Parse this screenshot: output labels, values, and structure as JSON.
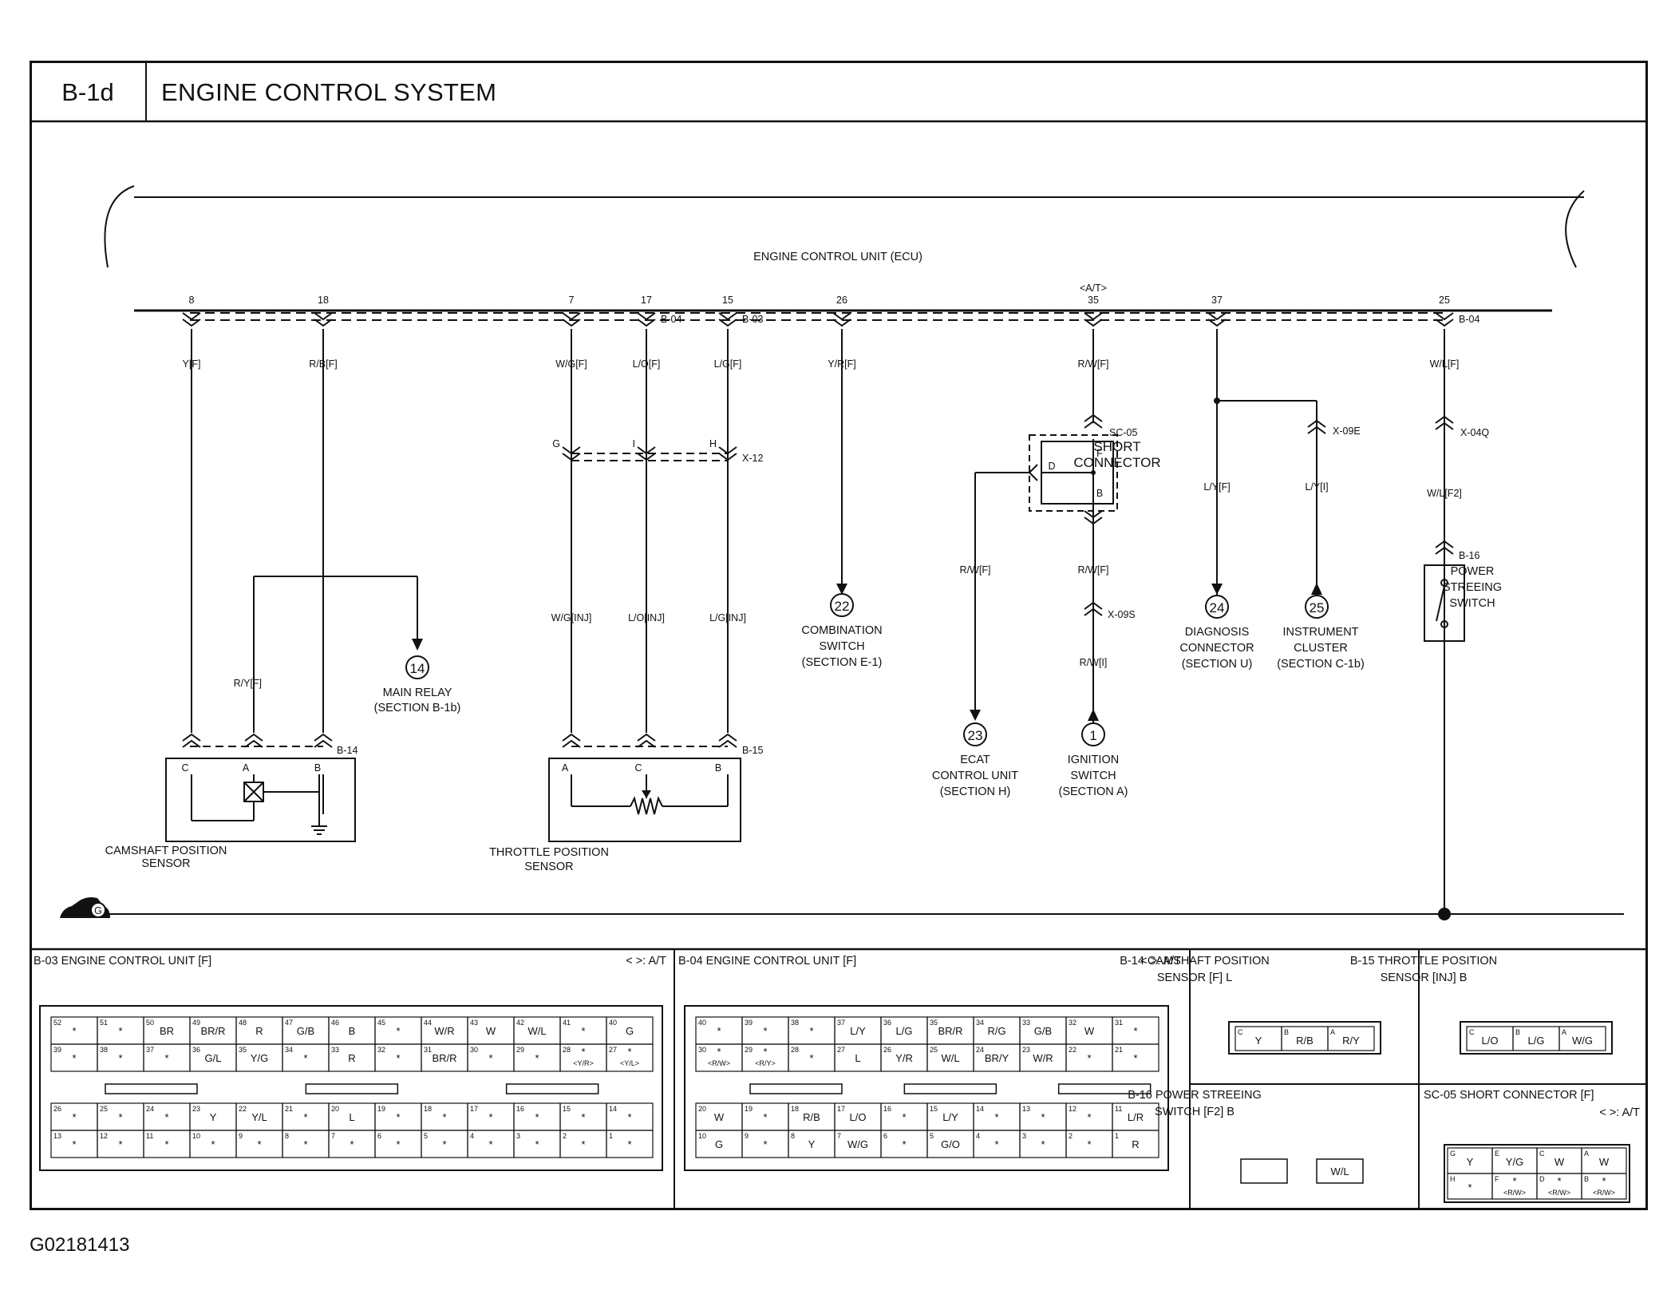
{
  "header": {
    "code": "B-1d",
    "title": "ENGINE CONTROL SYSTEM"
  },
  "footer": {
    "code": "G02181413"
  },
  "ecu": {
    "title": "ENGINE CONTROL UNIT (ECU)",
    "at_note": "<A/T>",
    "pins": [
      {
        "id": "p8",
        "num": "8",
        "wire": "Y[F]"
      },
      {
        "id": "p18",
        "num": "18",
        "wire": "R/B[F]"
      },
      {
        "id": "p7",
        "num": "7",
        "wire": "W/G[F]"
      },
      {
        "id": "p17",
        "num": "17",
        "wire": "L/O[F]",
        "conn": "B-04"
      },
      {
        "id": "p15",
        "num": "15",
        "wire": "L/G[F]",
        "conn": "B-03"
      },
      {
        "id": "p26",
        "num": "26",
        "wire": "Y/R[F]"
      },
      {
        "id": "p35",
        "num": "35",
        "wire": "R/W[F]"
      },
      {
        "id": "p37",
        "num": "37",
        "wire": ""
      },
      {
        "id": "p25",
        "num": "25",
        "wire": "W/L[F]",
        "conn": "B-04"
      }
    ]
  },
  "labels": {
    "x12": "X-12",
    "x12_g": "G",
    "x12_i": "I",
    "x12_h": "H",
    "wg_inj": "W/G[INJ]",
    "lo_inj": "L/O[INJ]",
    "lg_inj": "L/G[INJ]",
    "ry_f": "R/Y[F]",
    "sc05": "SC-05",
    "short_conn": [
      "SHORT",
      "CONNECTOR"
    ],
    "sc_f": "F",
    "sc_d": "D",
    "sc_b": "B",
    "rw_f_left": "R/W[F]",
    "rw_f_lower": "R/W[F]",
    "x09s": "X-09S",
    "rw_i": "R/W[I]",
    "ly_f": "L/Y[F]",
    "ly_i": "L/Y[I]",
    "x09e": "X-09E",
    "x04q": "X-04Q",
    "wl_f2": "W/L[F2]",
    "b16": "B-16",
    "power_steering": [
      "POWER",
      "STREEING",
      "SWITCH"
    ],
    "b14": "B-14",
    "b15": "B-15",
    "cam_pins": [
      "C",
      "A",
      "B"
    ],
    "tps_pins": [
      "A",
      "C",
      "B"
    ],
    "cam_sensor": [
      "CAMSHAFT POSITION",
      "SENSOR"
    ],
    "tps_sensor": [
      "THROTTLE POSITION",
      "SENSOR"
    ],
    "ground": "G"
  },
  "refs": [
    {
      "id": "r14",
      "num": "14",
      "lines": [
        "MAIN RELAY",
        "(SECTION B-1b)"
      ]
    },
    {
      "id": "r22",
      "num": "22",
      "lines": [
        "COMBINATION",
        "SWITCH",
        "(SECTION E-1)"
      ]
    },
    {
      "id": "r23",
      "num": "23",
      "lines": [
        "ECAT",
        "CONTROL UNIT",
        "(SECTION H)"
      ]
    },
    {
      "id": "r1",
      "num": "1",
      "lines": [
        "IGNITION",
        "SWITCH",
        "(SECTION A)"
      ]
    },
    {
      "id": "r24",
      "num": "24",
      "lines": [
        "DIAGNOSIS",
        "CONNECTOR",
        "(SECTION U)"
      ]
    },
    {
      "id": "r25",
      "num": "25",
      "lines": [
        "INSTRUMENT",
        "CLUSTER",
        "(SECTION C-1b)"
      ]
    }
  ],
  "panels": {
    "b03": {
      "title": "B-03 ENGINE CONTROL UNIT [F]",
      "note": "< >: A/T",
      "top_rows": [
        [
          [
            "52",
            "*"
          ],
          [
            "51",
            "*"
          ],
          [
            "50",
            "BR"
          ],
          [
            "49",
            "BR/R"
          ],
          [
            "48",
            "R"
          ],
          [
            "47",
            "G/B"
          ],
          [
            "46",
            "B"
          ],
          [
            "45",
            "*"
          ],
          [
            "44",
            "W/R"
          ],
          [
            "43",
            "W"
          ],
          [
            "42",
            "W/L"
          ],
          [
            "41",
            "*"
          ],
          [
            "40",
            "G"
          ]
        ],
        [
          [
            "39",
            "*"
          ],
          [
            "38",
            "*"
          ],
          [
            "37",
            "*"
          ],
          [
            "36",
            "G/L"
          ],
          [
            "35",
            "Y/G"
          ],
          [
            "34",
            "*"
          ],
          [
            "33",
            "R"
          ],
          [
            "32",
            "*"
          ],
          [
            "31",
            "BR/R"
          ],
          [
            "30",
            "*"
          ],
          [
            "29",
            "*"
          ],
          [
            "28",
            "* <Y/R>"
          ],
          [
            "27",
            "* <Y/L>"
          ]
        ]
      ],
      "bottom_rows": [
        [
          [
            "26",
            "*"
          ],
          [
            "25",
            "*"
          ],
          [
            "24",
            "*"
          ],
          [
            "23",
            "Y"
          ],
          [
            "22",
            "Y/L"
          ],
          [
            "21",
            "*"
          ],
          [
            "20",
            "L"
          ],
          [
            "19",
            "*"
          ],
          [
            "18",
            "*"
          ],
          [
            "17",
            "*"
          ],
          [
            "16",
            "*"
          ],
          [
            "15",
            "*"
          ],
          [
            "14",
            "*"
          ]
        ],
        [
          [
            "13",
            "*"
          ],
          [
            "12",
            "*"
          ],
          [
            "11",
            "*"
          ],
          [
            "10",
            "*"
          ],
          [
            "9",
            "*"
          ],
          [
            "8",
            "*"
          ],
          [
            "7",
            "*"
          ],
          [
            "6",
            "*"
          ],
          [
            "5",
            "*"
          ],
          [
            "4",
            "*"
          ],
          [
            "3",
            "*"
          ],
          [
            "2",
            "*"
          ],
          [
            "1",
            "*"
          ]
        ]
      ]
    },
    "b04": {
      "title": "B-04 ENGINE CONTROL UNIT [F]",
      "note": "< >: A/T",
      "top_rows": [
        [
          [
            "40",
            "*"
          ],
          [
            "39",
            "*"
          ],
          [
            "38",
            "*"
          ],
          [
            "37",
            "L/Y"
          ],
          [
            "36",
            "L/G"
          ],
          [
            "35",
            "BR/R"
          ],
          [
            "34",
            "R/G"
          ],
          [
            "33",
            "G/B"
          ],
          [
            "32",
            "W"
          ],
          [
            "31",
            "*"
          ]
        ],
        [
          [
            "30",
            "* <R/W>"
          ],
          [
            "29",
            "* <R/Y>"
          ],
          [
            "28",
            "*"
          ],
          [
            "27",
            "L"
          ],
          [
            "26",
            "Y/R"
          ],
          [
            "25",
            "W/L"
          ],
          [
            "24",
            "BR/Y"
          ],
          [
            "23",
            "W/R"
          ],
          [
            "22",
            "*"
          ],
          [
            "21",
            "*"
          ]
        ]
      ],
      "bottom_rows": [
        [
          [
            "20",
            "W"
          ],
          [
            "19",
            "*"
          ],
          [
            "18",
            "R/B"
          ],
          [
            "17",
            "L/O"
          ],
          [
            "16",
            "*"
          ],
          [
            "15",
            "L/Y"
          ],
          [
            "14",
            "*"
          ],
          [
            "13",
            "*"
          ],
          [
            "12",
            "*"
          ],
          [
            "11",
            "L/R"
          ]
        ],
        [
          [
            "10",
            "G"
          ],
          [
            "9",
            "*"
          ],
          [
            "8",
            "Y"
          ],
          [
            "7",
            "W/G"
          ],
          [
            "6",
            "*"
          ],
          [
            "5",
            "G/O"
          ],
          [
            "4",
            "*"
          ],
          [
            "3",
            "*"
          ],
          [
            "2",
            "*"
          ],
          [
            "1",
            "R"
          ]
        ]
      ]
    },
    "b14": {
      "title": [
        "B-14 CAMSHAFT POSITION",
        "SENSOR [F] L"
      ],
      "pins": [
        [
          "C",
          "Y"
        ],
        [
          "B",
          "R/B"
        ],
        [
          "A",
          "R/Y"
        ]
      ]
    },
    "b15": {
      "title": [
        "B-15 THROTTLE POSITION",
        "SENSOR [INJ] B"
      ],
      "pins": [
        [
          "C",
          "L/O"
        ],
        [
          "B",
          "L/G"
        ],
        [
          "A",
          "W/G"
        ]
      ]
    },
    "b16": {
      "title": [
        "B-16 POWER STREEING",
        "SWITCH [F2] B"
      ],
      "pin": "W/L"
    },
    "sc05": {
      "title": "SC-05 SHORT CONNECTOR [F]",
      "note": "< >: A/T",
      "rows": [
        [
          [
            "G",
            "Y"
          ],
          [
            "E",
            "Y/G"
          ],
          [
            "C",
            "W"
          ],
          [
            "A",
            "W"
          ]
        ],
        [
          [
            "H",
            "*"
          ],
          [
            "F",
            "* <R/W>"
          ],
          [
            "D",
            "* <R/W>"
          ],
          [
            "B",
            "* <R/W>"
          ]
        ]
      ]
    }
  }
}
